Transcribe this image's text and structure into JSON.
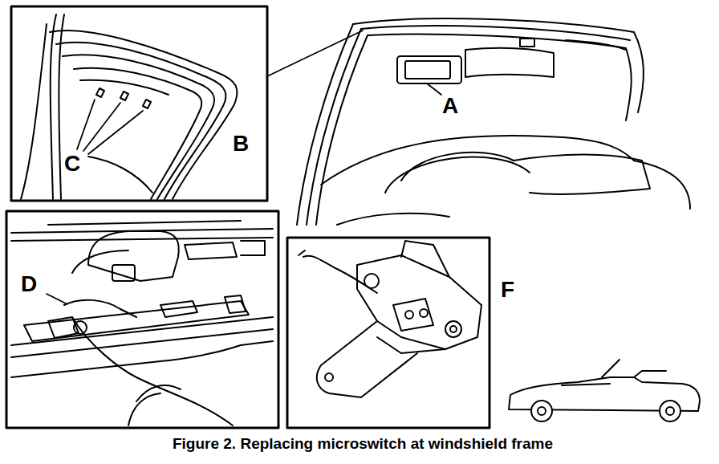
{
  "diagram": {
    "caption": "Figure 2. Replacing microswitch at windshield frame",
    "labels": [
      "A",
      "B",
      "C",
      "D",
      "F"
    ]
  }
}
